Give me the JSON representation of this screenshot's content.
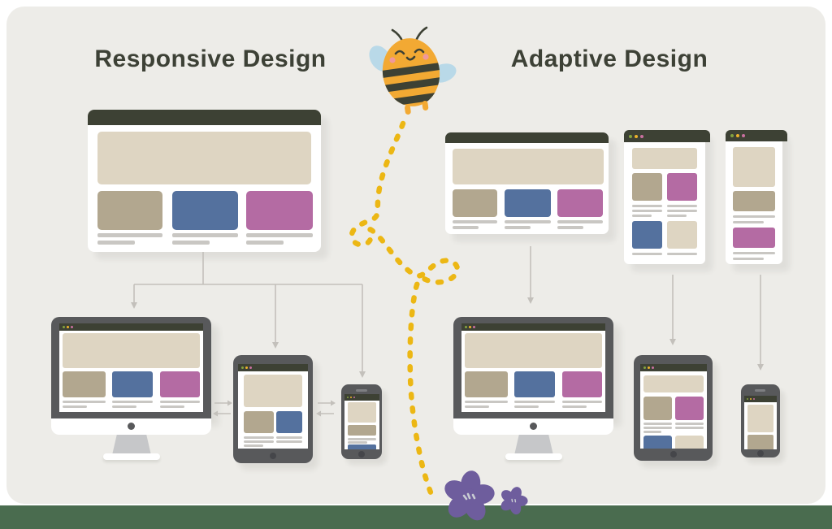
{
  "titles": {
    "responsive": "Responsive Design",
    "adaptive": "Adaptive Design"
  },
  "palette": {
    "canvas_bg": "#ffffff",
    "card": "#edece8",
    "grass": "#4a6c4f",
    "title": "#3d4136",
    "bar": "#3d4134",
    "hero": "#ded5c2",
    "tan": "#b2a78f",
    "blue": "#54719e",
    "magenta": "#b46ba3",
    "tline": "#c9c7c3",
    "bezel": "#58595b",
    "home": "#45464a",
    "stand": "#c6c7c9",
    "dotg": "#84a23f",
    "doty": "#edb32a",
    "dotp": "#c96f9f",
    "conn": "#c3c0bb",
    "trail": "#ecb714",
    "bee_body": "#f2a933",
    "bee_stripe": "#3d4134",
    "bee_wing": "#b9d9e8",
    "bee_cheek": "#f0989b",
    "flower": "#6e5d9d",
    "flower_center": "#c8cbd2"
  },
  "icons": {
    "window_control_dots": [
      "green-dot",
      "yellow-dot",
      "pink-dot"
    ],
    "bee_mascot": "smiling-bee",
    "flight_path": "yellow-dotted-loop-trail",
    "flow_connectors": "gray-down-arrows",
    "resize_arrows": "left-right-swap-arrows",
    "flowers": [
      "large-purple-flower",
      "small-purple-flower"
    ]
  }
}
